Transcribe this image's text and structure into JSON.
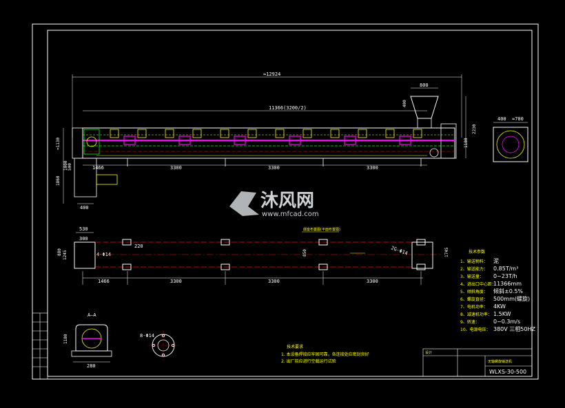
{
  "dimensions": {
    "overall_length": "≈12924",
    "screw_length": "11366(3200/2)",
    "spans_top": [
      "1466",
      "3300",
      "3300",
      "3300"
    ],
    "spans_bottom": [
      "1466",
      "3300",
      "3300",
      "3300"
    ],
    "inlet_width": "800",
    "inlet_height": "400",
    "height_right": "2230",
    "height_right2": "1180",
    "left_height": "≈1130",
    "left_h2": "1000",
    "left_h3": "500",
    "left_h4": "1860",
    "left_bottom": "400",
    "end_w1": "400",
    "end_w2": "≈700",
    "plan_w1": "530",
    "plan_w2": "300",
    "plan_h": "880",
    "plan_h2": "1745",
    "plan_side": "1245",
    "plan_mid": "850",
    "hole_label": "4-Φ14",
    "hole_label2": "2G-Φ14",
    "section_a": "A—A",
    "flange_label": "8-Φ14",
    "section_b": "1180",
    "section_w": "280",
    "slot_label": "220",
    "plan_title": "底座布置图(平面布置图)"
  },
  "spec": {
    "title": "技术参数",
    "items": [
      {
        "n": "1、",
        "label": "输送物料：",
        "value": "泥"
      },
      {
        "n": "2、",
        "label": "输送能力：",
        "value": "0.85T/m³"
      },
      {
        "n": "3、",
        "label": "输送量：",
        "value": "0~23T/h"
      },
      {
        "n": "4、",
        "label": "进出口中心距：",
        "value": "11366mm"
      },
      {
        "n": "5、",
        "label": "倾斜角度：",
        "value": "倾斜±0.5%"
      },
      {
        "n": "6、",
        "label": "螺旋直径：",
        "value": "500mm(螺旋)"
      },
      {
        "n": "7、",
        "label": "电机功率：",
        "value": "4KW"
      },
      {
        "n": "8、",
        "label": "减速机功率：",
        "value": "1.5KW"
      },
      {
        "n": "9、",
        "label": "转速：",
        "value": "0~0.3m/s"
      },
      {
        "n": "10、",
        "label": "电源电压：",
        "value": "380V 三相50HZ"
      }
    ]
  },
  "notes": {
    "title": "技术要求",
    "lines": [
      "1. 本设备焊接应牢固可靠，各连接处应密封良好",
      "2. 出厂前应进行空载运行试验"
    ]
  },
  "titleblock": {
    "drawing_no": "WLXS-30-500",
    "name": "无轴螺旋输送机",
    "header": "设计"
  },
  "watermark": {
    "brand": "沐风网",
    "url": "www.mfcad.com"
  }
}
